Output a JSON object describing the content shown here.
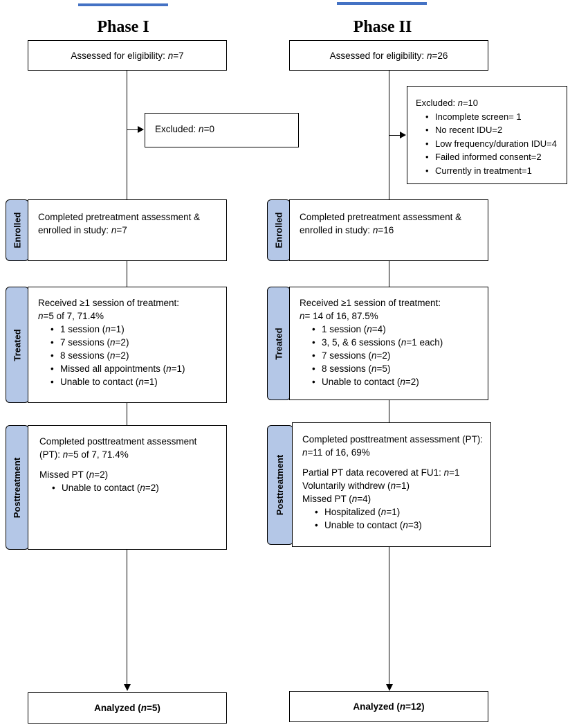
{
  "phase1": {
    "title": "Phase I",
    "eligibility": "Assessed for eligibility: n=7",
    "excluded": "Excluded: n=0",
    "enrolled": "Completed pretreatment assessment & enrolled in study: n=7",
    "treated_head": "Received ≥1 session of treatment:",
    "treated_sub": "n=5 of 7, 71.4%",
    "treated_items": [
      "1 session (n=1)",
      "7 sessions (n=2)",
      "8 sessions (n=2)",
      "Missed all appointments (n=1)",
      "Unable to contact (n=1)"
    ],
    "post_head": "Completed posttreatment assessment (PT): n=5 of 7, 71.4%",
    "post_missed": "Missed PT (n=2)",
    "post_items": [
      "Unable to contact (n=2)"
    ],
    "analyzed": "Analyzed (n=5)"
  },
  "phase2": {
    "title": "Phase II",
    "eligibility": "Assessed for eligibility: n=26",
    "excluded_head": "Excluded: n=10",
    "excluded_items": [
      "Incomplete screen= 1",
      "No recent IDU=2",
      "Low frequency/duration IDU=4",
      "Failed informed consent=2",
      "Currently in treatment=1"
    ],
    "enrolled": "Completed pretreatment assessment & enrolled in study: n=16",
    "treated_head": "Received ≥1 session of treatment:",
    "treated_sub": "n= 14 of 16, 87.5%",
    "treated_items": [
      "1 session (n=4)",
      "3, 5, & 6 sessions (n=1 each)",
      "7 sessions (n=2)",
      "8 sessions (n=5)",
      "Unable to contact (n=2)"
    ],
    "post_head": "Completed posttreatment assessment (PT): n=11 of 16, 69%",
    "post_lines": [
      "Partial PT data recovered at FU1: n=1",
      "Voluntarily withdrew (n=1)",
      "Missed PT (n=4)"
    ],
    "post_items": [
      "Hospitalized (n=1)",
      "Unable to contact (n=3)"
    ],
    "analyzed": "Analyzed (n=12)"
  },
  "stages": {
    "enrolled": "Enrolled",
    "treated": "Treated",
    "post": "Posttreatment"
  },
  "colors": {
    "accent_bar": "#4472c4",
    "stage_fill": "#b4c7e7"
  }
}
